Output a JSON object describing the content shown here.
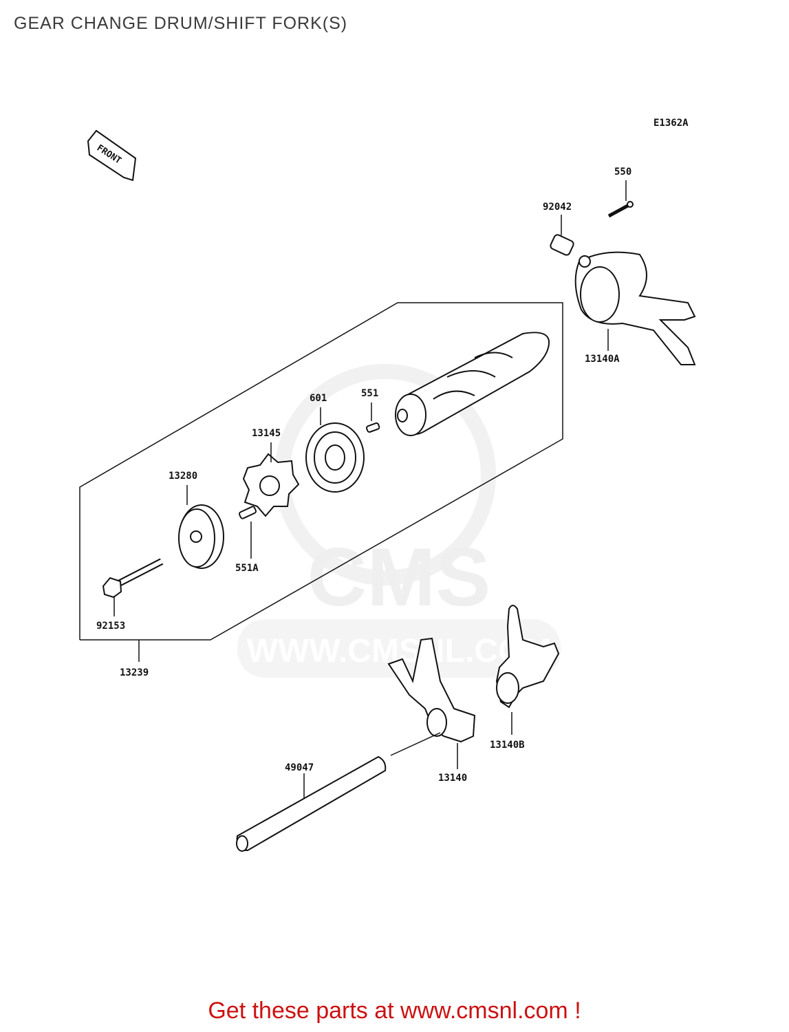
{
  "header": {
    "title": "GEAR CHANGE DRUM/SHIFT FORK(S)"
  },
  "diagram": {
    "code": "E1362A",
    "front_arrow": "FRONT",
    "parts": [
      {
        "id": "550"
      },
      {
        "id": "92042"
      },
      {
        "id": "13140A"
      },
      {
        "id": "601"
      },
      {
        "id": "551"
      },
      {
        "id": "13145"
      },
      {
        "id": "13280"
      },
      {
        "id": "551A"
      },
      {
        "id": "92153"
      },
      {
        "id": "13239"
      },
      {
        "id": "13140B"
      },
      {
        "id": "49047"
      },
      {
        "id": "13140"
      }
    ],
    "watermark": {
      "brand": "CMS",
      "url": "WWW.CMSNL.COM"
    }
  },
  "footer": {
    "cta": "Get these parts at www.cmsnl.com !"
  },
  "colors": {
    "footer_text": "#cc1111",
    "title_text": "#3a3a3a",
    "watermark": "#e6e6e6"
  }
}
